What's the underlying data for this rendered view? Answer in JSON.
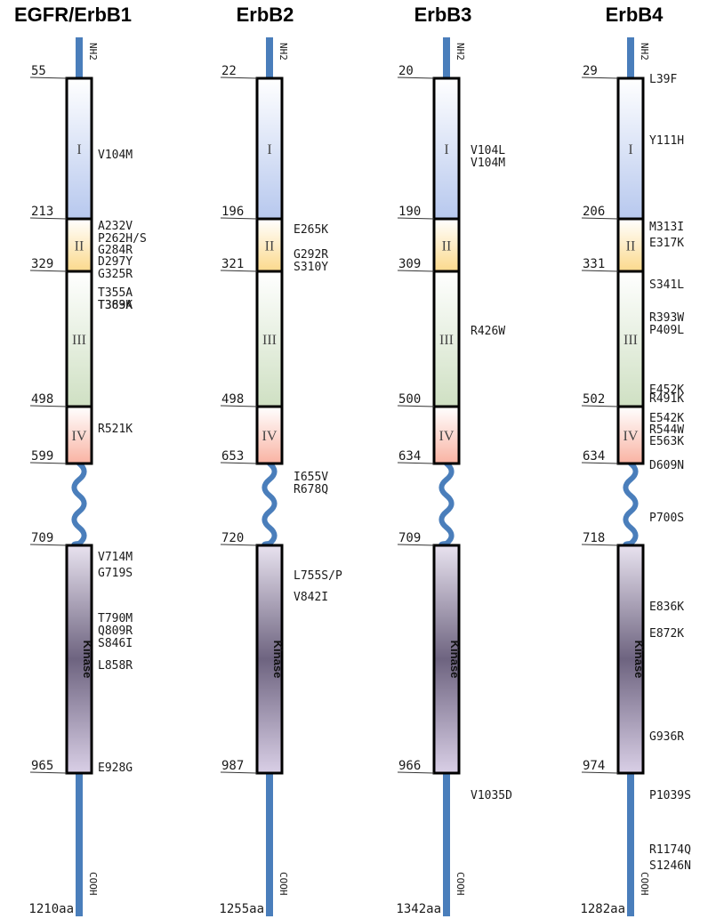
{
  "colors": {
    "backbone": "#4a7ebb",
    "domain_I": "#b7c8ee",
    "domain_II": "#fbd98c",
    "domain_III": "#cfe0c3",
    "domain_IV": "#f9b3a3",
    "kinase": "#a89bbb",
    "outline": "#000000"
  },
  "terminal_labels": {
    "n_term": "NH2",
    "c_term": "COOH"
  },
  "kinase_label": "Kinase",
  "proteins": [
    {
      "name": "EGFR/ErbB1",
      "length_label": "1210aa",
      "domains": [
        {
          "roman": "I",
          "start": "55"
        },
        {
          "roman": "II",
          "start": "213"
        },
        {
          "roman": "III",
          "start": "329"
        },
        {
          "roman": "IV",
          "start": "498"
        }
      ],
      "linker_start": "599",
      "kinase_start": "709",
      "kinase_end": "965",
      "mutations": [
        "V104M",
        "A232V",
        "P262H/S",
        "G284R",
        "D297Y",
        "G325R",
        "T355A",
        "T363A",
        "T389K",
        "R521K",
        "V714M",
        "G719S",
        "T790M",
        "Q809R",
        "S846I",
        "L858R",
        "E928G"
      ]
    },
    {
      "name": "ErbB2",
      "length_label": "1255aa",
      "domains": [
        {
          "roman": "I",
          "start": "22"
        },
        {
          "roman": "II",
          "start": "196"
        },
        {
          "roman": "III",
          "start": "321"
        },
        {
          "roman": "IV",
          "start": "498"
        }
      ],
      "linker_start": "653",
      "kinase_start": "720",
      "kinase_end": "987",
      "mutations": [
        "E265K",
        "G292R",
        "S310Y",
        "I655V",
        "R678Q",
        "L755S/P",
        "V842I"
      ]
    },
    {
      "name": "ErbB3",
      "length_label": "1342aa",
      "domains": [
        {
          "roman": "I",
          "start": "20"
        },
        {
          "roman": "II",
          "start": "190"
        },
        {
          "roman": "III",
          "start": "309"
        },
        {
          "roman": "IV",
          "start": "500"
        }
      ],
      "linker_start": "634",
      "kinase_start": "709",
      "kinase_end": "966",
      "mutations": [
        "V104L",
        "V104M",
        "R426W",
        "V1035D"
      ]
    },
    {
      "name": "ErbB4",
      "length_label": "1282aa",
      "domains": [
        {
          "roman": "I",
          "start": "29"
        },
        {
          "roman": "II",
          "start": "206"
        },
        {
          "roman": "III",
          "start": "331"
        },
        {
          "roman": "IV",
          "start": "502"
        }
      ],
      "linker_start": "634",
      "kinase_start": "718",
      "kinase_end": "974",
      "mutations": [
        "L39F",
        "Y111H",
        "M313I",
        "E317K",
        "S341L",
        "R393W",
        "P409L",
        "E452K",
        "R491K",
        "E542K",
        "R544W",
        "E563K",
        "D609N",
        "P700S",
        "E836K",
        "E872K",
        "G936R",
        "P1039S",
        "R1174Q",
        "S1246N"
      ]
    }
  ]
}
